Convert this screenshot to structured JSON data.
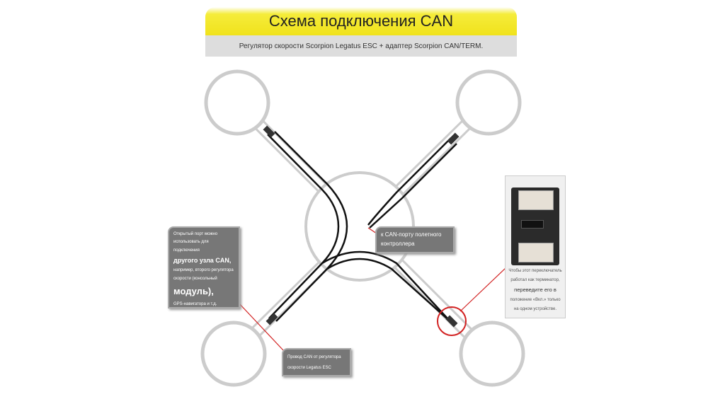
{
  "title": "Схема подключения CAN",
  "subtitle": "Регулятор скорости Scorpion Legatus ESC + адаптер Scorpion CAN/TERM.",
  "left_note": {
    "l1": "Открытый порт можно",
    "l2": "использовать для подключения",
    "l3": "другого узла CAN,",
    "l4": "например, второго регулятора",
    "l5": "скорости (консольный",
    "l6": "модуль),",
    "l7": "GPS-навигатора и т.д."
  },
  "center_note": {
    "l1": "к CAN-порту полетного",
    "l2": "контроллера"
  },
  "bottom_note": {
    "l1": "Провод CAN от регулятора",
    "l2": "скорости Legatus ESC"
  },
  "right_note": {
    "l1": "Чтобы этот переключатель",
    "l2": "работал как терминатор,",
    "l3": "переведите его в",
    "l4": "положение «Вкл.» только",
    "l5": "на одном устройстве."
  },
  "colors": {
    "title_bg": "#f0e21c",
    "callout_line": "#d22222",
    "note_bg": "#777777"
  }
}
